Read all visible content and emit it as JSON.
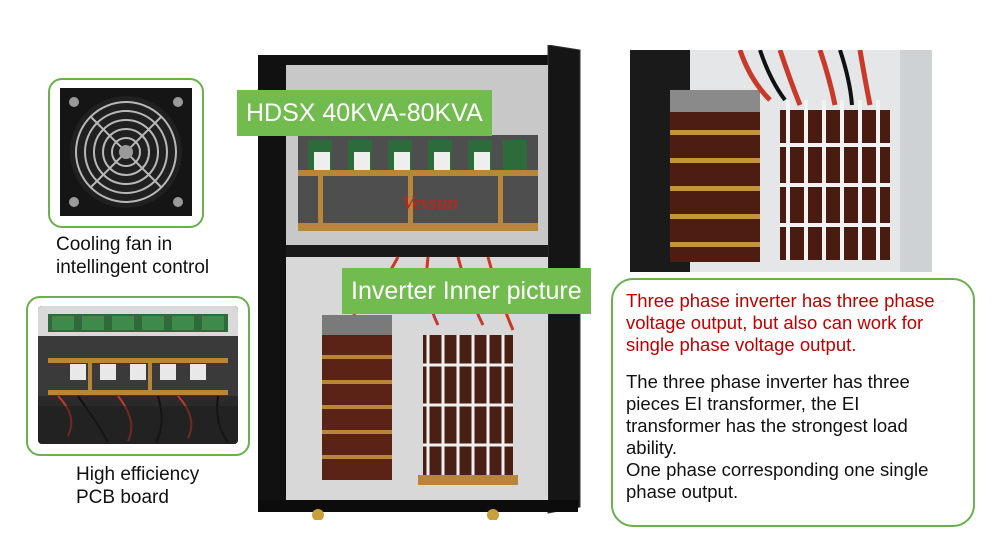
{
  "fan_panel": {
    "caption_lines": [
      "Cooling fan in",
      "intellingent control"
    ],
    "icon": "cooling-fan-photo"
  },
  "pcb_panel": {
    "caption_lines": [
      "High efficiency",
      "PCB board"
    ],
    "icon": "pcb-board-photo"
  },
  "cabinet": {
    "model_label": "HDSX 40KVA-80KVA",
    "inner_label": "Inverter Inner picture",
    "brand": "Vevsun",
    "icon": "inverter-cabinet-photo"
  },
  "transformer_photo": {
    "icon": "transformer-closeup-photo"
  },
  "description": {
    "red_lines": [
      "Three phase inverter has three phase",
      "voltage output, but also can work for",
      "single phase voltage output."
    ],
    "black_lines": [
      "The three phase inverter has three",
      "pieces EI transformer, the EI",
      "transformer has the strongest load",
      "ability.",
      "One phase corresponding one single",
      "phase output."
    ]
  },
  "colors": {
    "accent_green": "#72bb4e",
    "border_green": "#6ab04c",
    "red_text": "#c00000",
    "transformer_brown": "#5a2316",
    "copper": "#b8863b"
  }
}
